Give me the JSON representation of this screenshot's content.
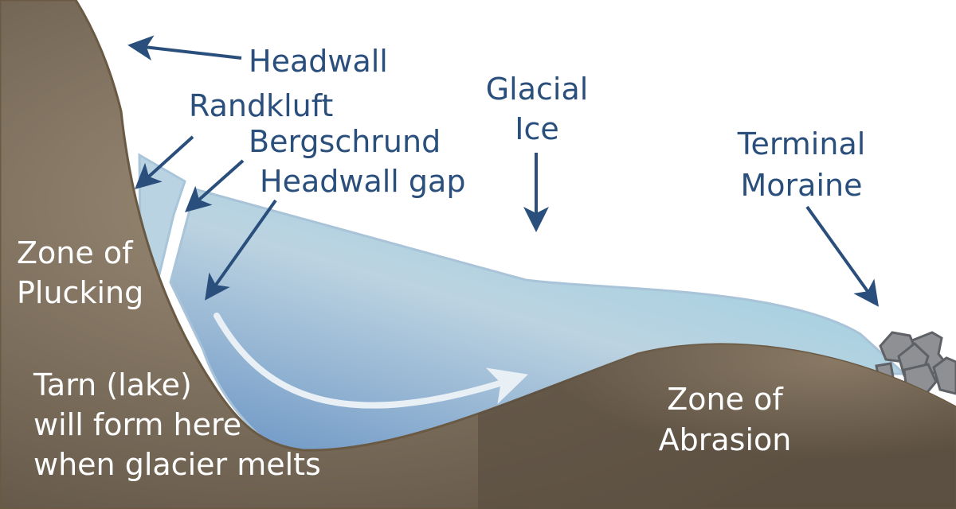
{
  "title": "Glacial cirque diagram",
  "labels": {
    "headwall": "Headwall",
    "randkluft": "Randkluft",
    "bergschrund": "Bergschrund",
    "headwall_gap": "Headwall gap",
    "glacial_ice": [
      "Glacial",
      "Ice"
    ],
    "terminal_moraine": [
      "Terminal",
      "Moraine"
    ],
    "zone_plucking": [
      "Zone of",
      "Plucking"
    ],
    "tarn": [
      "Tarn (lake)",
      "will form here",
      "when glacier melts"
    ],
    "zone_abrasion": [
      "Zone of",
      "Abrasion"
    ]
  },
  "colors": {
    "label": "#2a4f7c",
    "ground": "#7a6a55",
    "ice": "#a8cbe0",
    "rock": "#8c8e92"
  }
}
